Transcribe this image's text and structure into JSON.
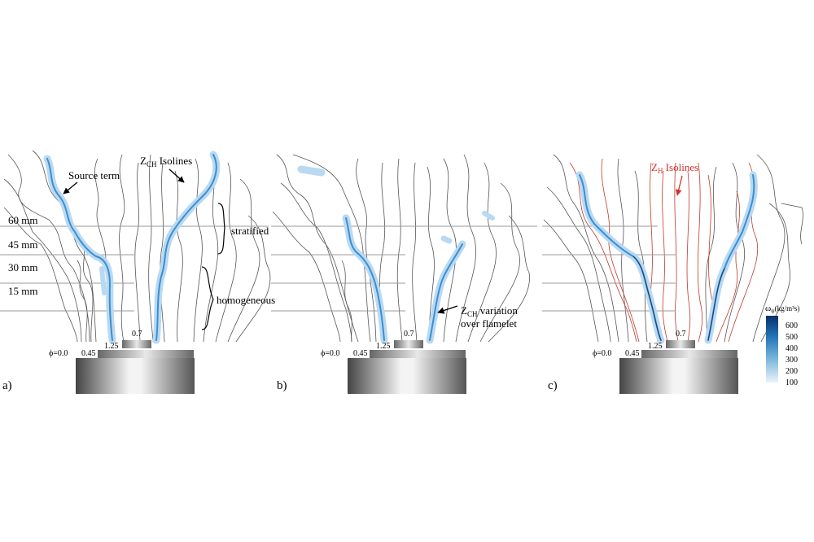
{
  "panels": [
    {
      "id": "a",
      "label": "a)",
      "phi_labels": [
        "ϕ=0.0",
        "0.45",
        "1.25",
        "0.7"
      ],
      "height_labels": [
        "60 mm",
        "45 mm",
        "30 mm",
        "15 mm"
      ],
      "annotations": {
        "source_term": "Source term",
        "z_main": "Z",
        "z_sub": "CH",
        "z_rest": " Isolines",
        "stratified": "stratified",
        "homogeneous": "homogeneous"
      }
    },
    {
      "id": "b",
      "label": "b)",
      "phi_labels": [
        "ϕ=0.0",
        "0.45",
        "1.25",
        "0.7"
      ],
      "annotations": {
        "z_main": "Z",
        "z_sub": "CH",
        "z_rest": " variation",
        "line2": "over flamelet"
      }
    },
    {
      "id": "c",
      "label": "c)",
      "phi_labels": [
        "ϕ=0.0",
        "0.45",
        "1.25",
        "0.7"
      ],
      "annotations": {
        "z_main": "Z",
        "z_sub": "H",
        "z_rest": " Isolines"
      },
      "colorbar": {
        "title_symbol": "ω",
        "title_sub": "ψ",
        "title_unit": "(kg/m³s)",
        "ticks": [
          "600",
          "500",
          "400",
          "300",
          "200",
          "100"
        ]
      }
    }
  ],
  "colors": {
    "flame": "#3a8fd0",
    "flame_light": "#b9d9f2",
    "isoline": "#555555",
    "zh_isoline": "#c0392b",
    "zh_label": "#d0312d",
    "grid": "#9a9a9a"
  }
}
